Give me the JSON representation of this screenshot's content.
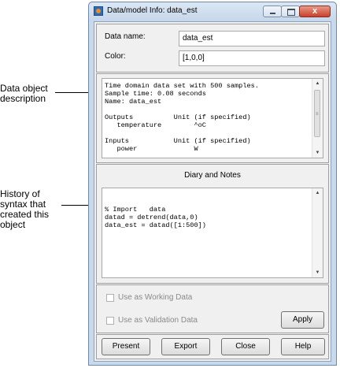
{
  "annotations": {
    "data_object": [
      "Data object",
      "description"
    ],
    "history": [
      "History of",
      "syntax that",
      "created this",
      "object"
    ]
  },
  "window": {
    "title": "Data/model Info: data_est",
    "close_glyph": "x"
  },
  "fields": {
    "data_name_label": "Data name:",
    "data_name_value": "data_est",
    "color_label": "Color:",
    "color_value": "[1,0,0]"
  },
  "description_lines": [
    "Time domain data set with 500 samples.",
    "Sample time: 0.08 seconds",
    "Name: data_est",
    "",
    "Outputs          Unit (if specified)",
    "   temperature        ^oC",
    "",
    "Inputs           Unit (if specified)",
    "   power              W"
  ],
  "diary": {
    "title": "Diary and Notes",
    "lines": [
      "% Import   data",
      "datad = detrend(data,0)",
      "data_est = datad([1:500])"
    ]
  },
  "checkboxes": {
    "working": "Use as Working Data",
    "validation": "Use as Validation Data"
  },
  "buttons": {
    "apply": "Apply",
    "present": "Present",
    "export": "Export",
    "close": "Close",
    "help": "Help"
  }
}
